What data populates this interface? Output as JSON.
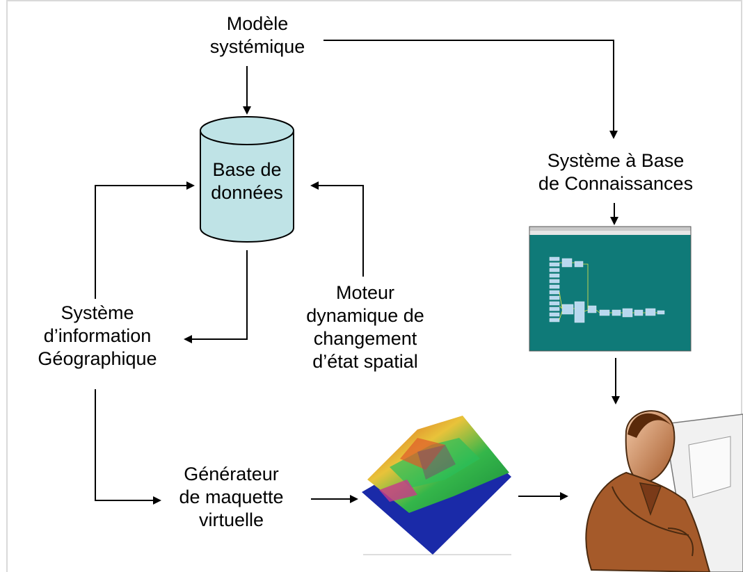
{
  "nodes": {
    "modele": {
      "line1": "Modèle",
      "line2": "systémique"
    },
    "base": {
      "line1": "Base de",
      "line2": "données"
    },
    "sbc": {
      "line1": "Système à Base",
      "line2": "de Connaissances"
    },
    "sig": {
      "line1": "Système",
      "line2": "d’information",
      "line3": "Géographique"
    },
    "moteur": {
      "line1": "Moteur",
      "line2": "dynamique de",
      "line3": "changement",
      "line4": "d’état spatial"
    },
    "generateur": {
      "line1": "Générateur",
      "line2": "de maquette",
      "line3": "virtuelle"
    }
  },
  "images": {
    "kbs_screenshot": "knowledge-base-system-screenshot",
    "terrain": "virtual-terrain-model",
    "user": "user-at-computer-clipart"
  },
  "colors": {
    "cylinder_fill": "#bfe3e6",
    "screen_bg": "#0f7a78",
    "arrow": "#000000"
  }
}
